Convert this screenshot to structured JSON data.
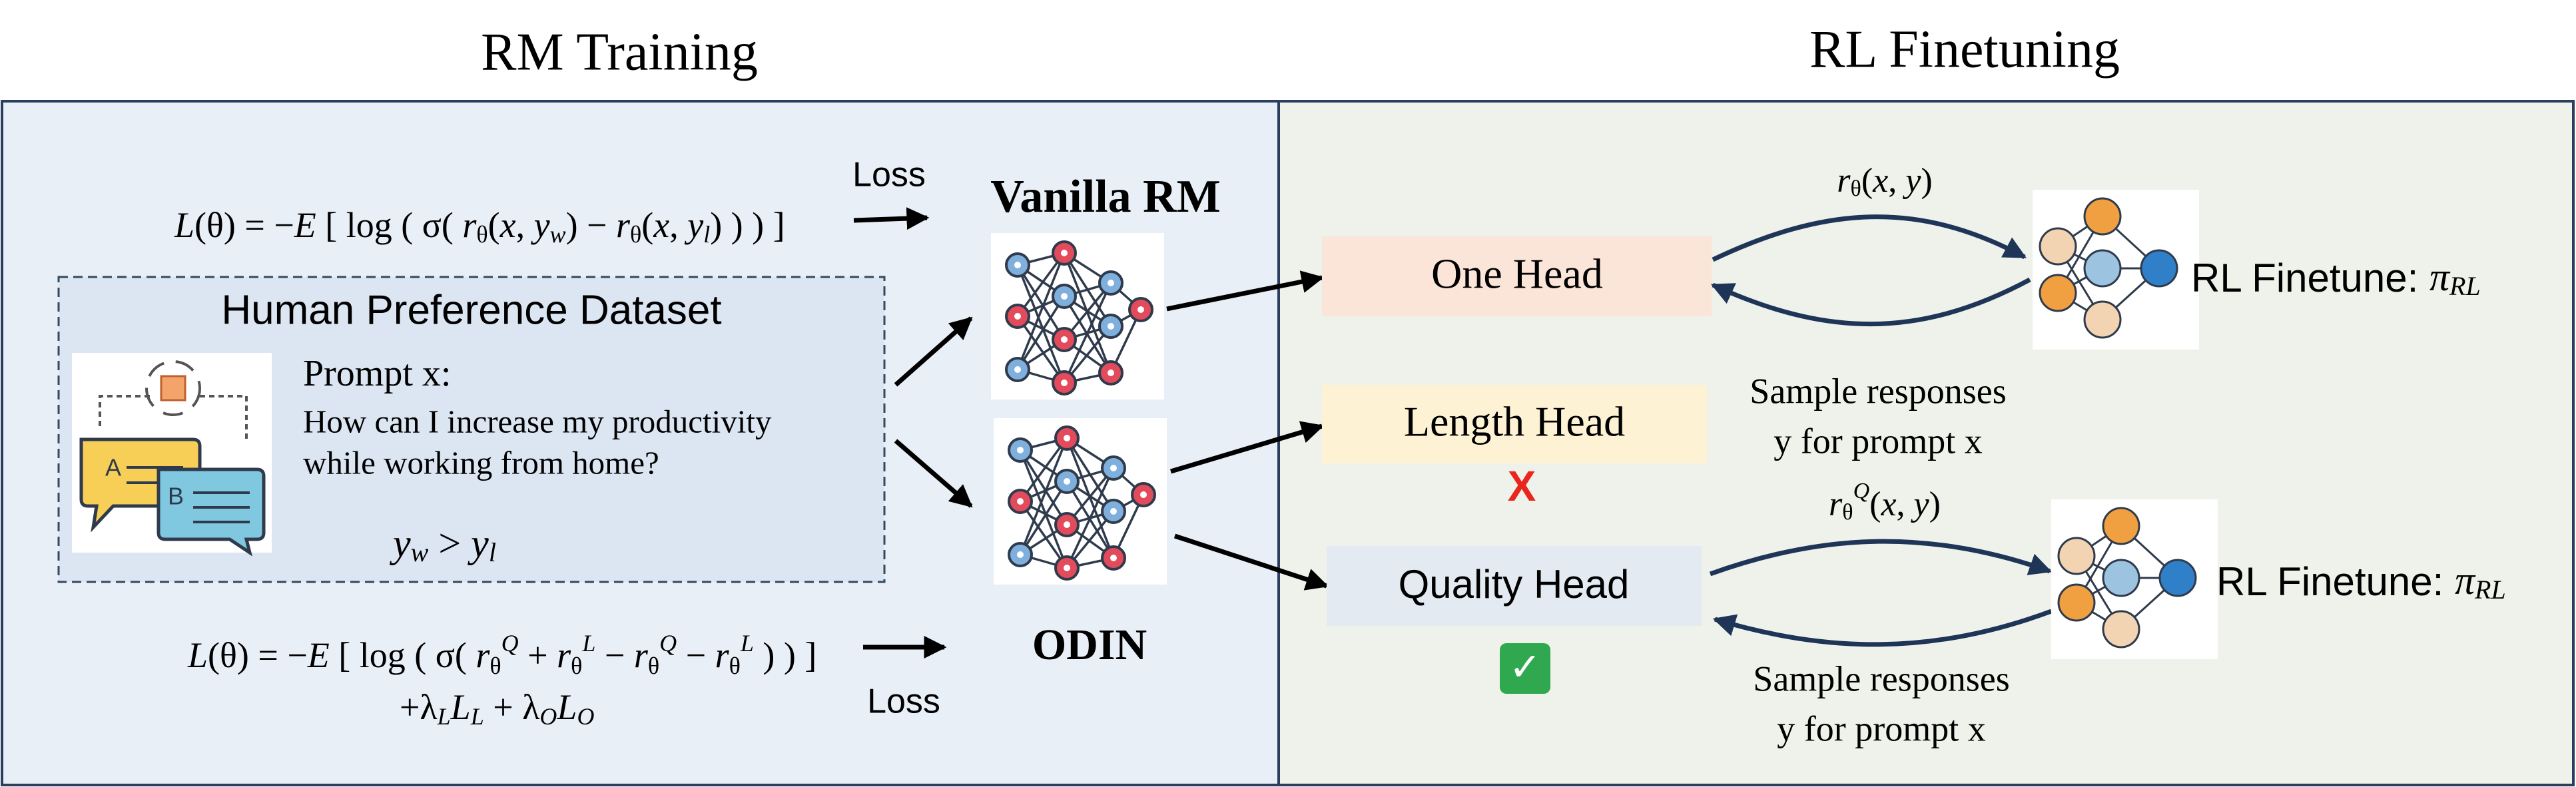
{
  "titles": {
    "left": "RM Training",
    "right": "RL Finetuning"
  },
  "left_panel": {
    "eq_top": "L(θ) = −E [ log ( σ( rθ(x, yw) − rθ(x, yl) ) ) ]",
    "loss_top": "Loss",
    "vanilla_rm": "Vanilla RM",
    "dataset_title": "Human Preference Dataset",
    "prompt_label": "Prompt x:",
    "prompt_line1": "How can I increase my productivity",
    "prompt_line2": "while working from home?",
    "preference": "yw > yl",
    "chat_a": "A",
    "chat_b": "B",
    "eq_bottom_line1": "L(θ) = −E [ log ( σ( rθQ + rθL − rθQ − rθL ) ) ]",
    "eq_bottom_line2": "+λL LL + λO LO",
    "loss_bottom": "Loss",
    "odin": "ODIN"
  },
  "right_panel": {
    "one_head": "One Head",
    "length_head": "Length Head",
    "quality_head": "Quality Head",
    "reward_top": "rθ(x, y)",
    "reward_bottom": "rθQ(x, y)",
    "sample_mid_1": "Sample responses",
    "sample_mid_2": "y for prompt x",
    "sample_bot_1": "Sample responses",
    "sample_bot_2": "y for prompt x",
    "finetune_top": "RL Finetune: πRL",
    "finetune_bottom": "RL Finetune: πRL",
    "cross_mark": "X",
    "check_mark": "✓"
  },
  "colors": {
    "left_bg": "#e9eff7",
    "right_bg": "#eff2ea",
    "dataset_bg": "#dce6f2",
    "one_head_bg": "#fbe5d8",
    "length_head_bg": "#fdf2d4",
    "quality_head_bg": "#e4eaf1",
    "curve": "#1f3557",
    "cross": "#e8261d",
    "check_bg": "#2fa84f"
  }
}
